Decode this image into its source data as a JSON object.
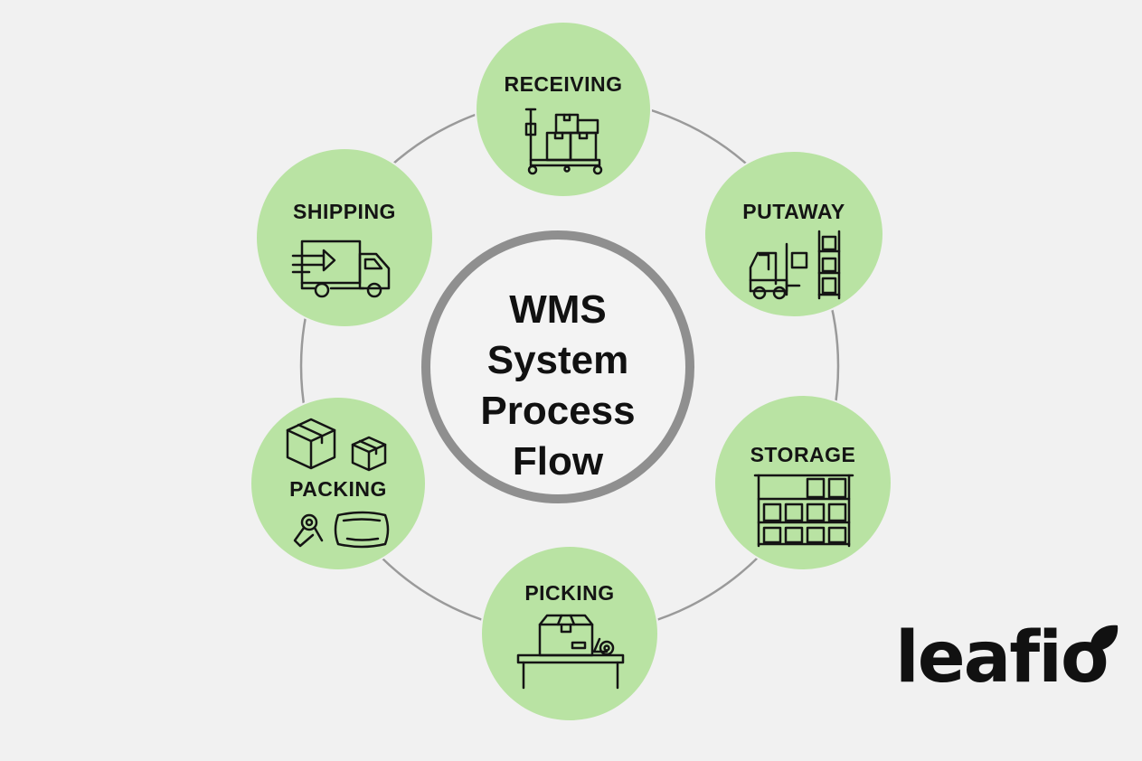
{
  "title_lines": [
    "WMS",
    "System",
    "Process",
    "Flow"
  ],
  "steps": [
    {
      "label": "RECEIVING",
      "icon": "pallet-jack-boxes-icon"
    },
    {
      "label": "PUTAWAY",
      "icon": "forklift-rack-icon"
    },
    {
      "label": "STORAGE",
      "icon": "warehouse-shelves-icon"
    },
    {
      "label": "PICKING",
      "icon": "packing-table-icon"
    },
    {
      "label": "PACKING",
      "icon": "boxes-tape-bag-icon"
    },
    {
      "label": "SHIPPING",
      "icon": "delivery-truck-icon"
    }
  ],
  "logo": {
    "text": "leafio"
  },
  "colors": {
    "node_fill": "#b9e3a3",
    "ring": "#8f8f8f",
    "connector": "#9a9a9a",
    "background": "#f1f1f1",
    "ink": "#111111"
  }
}
